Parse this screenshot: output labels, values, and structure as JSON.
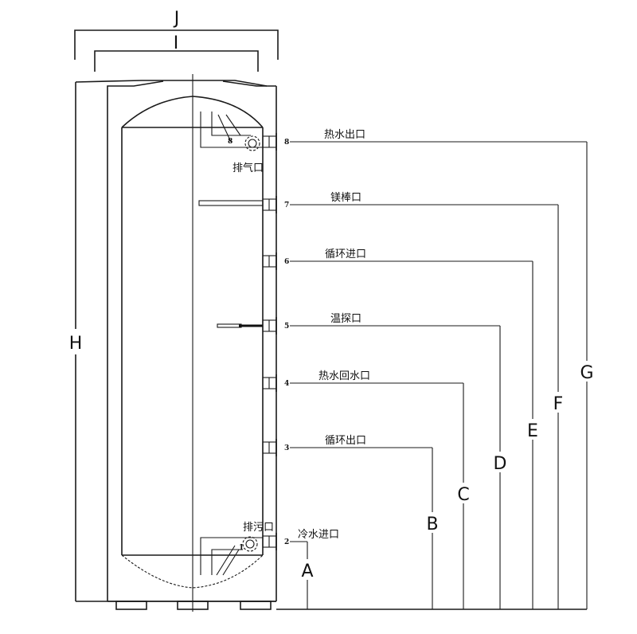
{
  "dimensions": {
    "overall_width": "J",
    "inner_width": "I",
    "overall_height": "H",
    "heights": [
      "A",
      "B",
      "C",
      "D",
      "E",
      "F",
      "G"
    ]
  },
  "ports": [
    {
      "number": "1",
      "label": "排污口"
    },
    {
      "number": "2",
      "label": "冷水进口"
    },
    {
      "number": "3",
      "label": "循环出口"
    },
    {
      "number": "4",
      "label": "热水回水口"
    },
    {
      "number": "5",
      "label": "温探口"
    },
    {
      "number": "6",
      "label": "循环进口"
    },
    {
      "number": "7",
      "label": "镁棒口"
    },
    {
      "number": "8",
      "label": "热水出口"
    }
  ],
  "vent_label": "排气口",
  "colors": {
    "line": "#1a1a1a",
    "background": "#ffffff"
  }
}
